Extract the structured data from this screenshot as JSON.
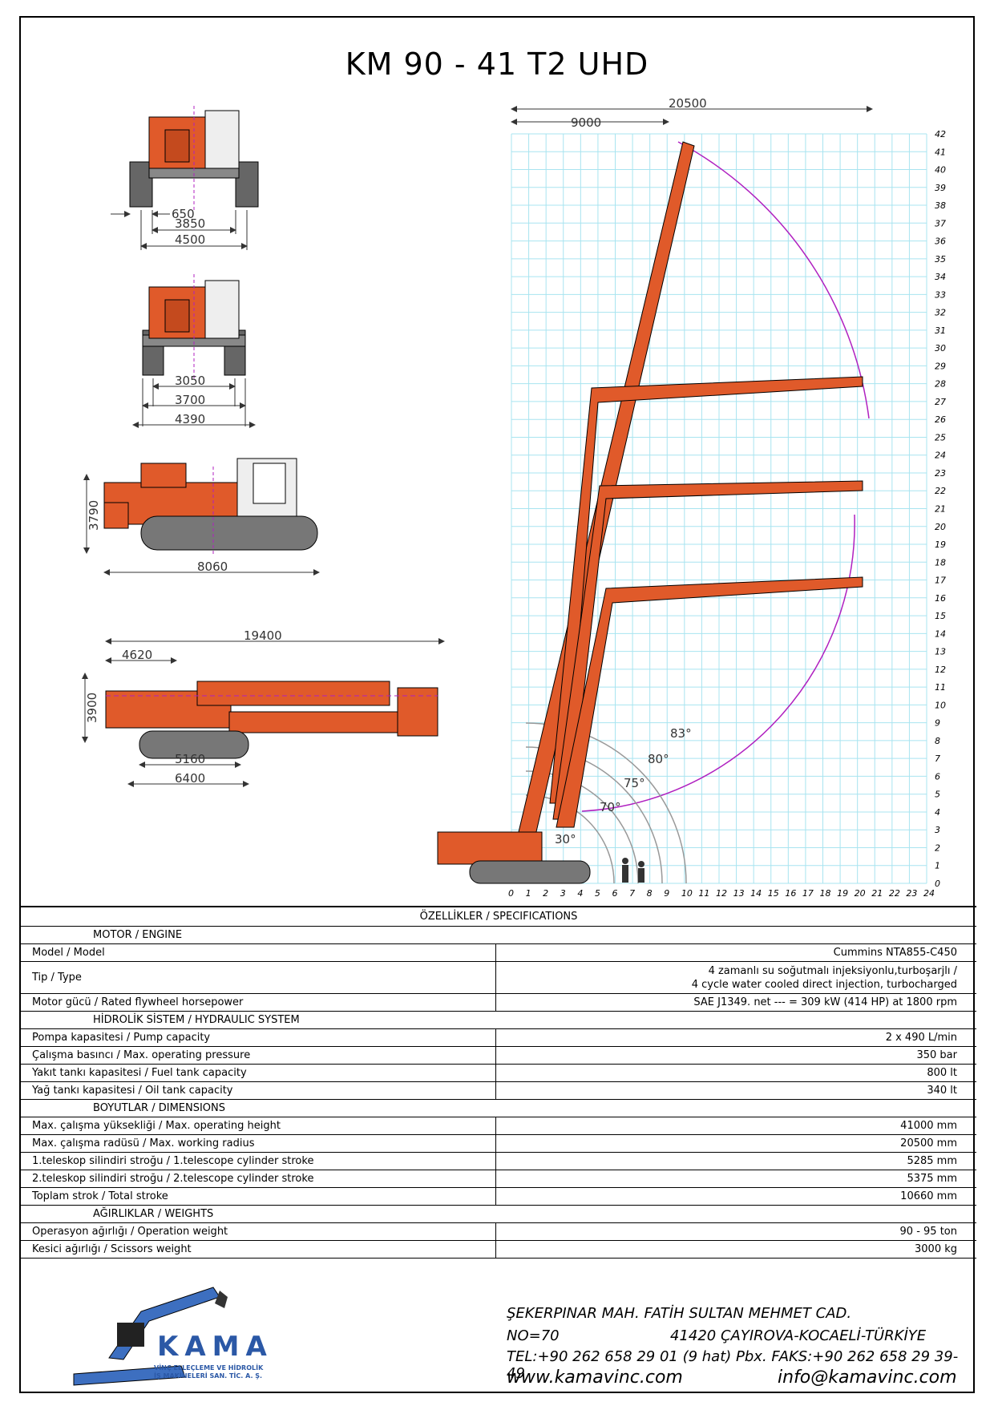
{
  "title": "KM 90 - 41 T2 UHD",
  "dims": {
    "front1": [
      "650",
      "3850",
      "4500"
    ],
    "front2": [
      "3050",
      "3700",
      "4390"
    ],
    "side_height": "3790",
    "side_length": "8060",
    "transport_length": "19400",
    "transport_front": "4620",
    "transport_height": "3900",
    "transport_tracks": [
      "5160",
      "6400"
    ],
    "reach_total": "20500",
    "reach_9000": "9000",
    "angles": [
      "83°",
      "80°",
      "75°",
      "70°",
      "30°"
    ]
  },
  "chart_data": {
    "type": "reach-diagram",
    "x_ticks": [
      "0",
      "1",
      "2",
      "3",
      "4",
      "5",
      "6",
      "7",
      "8",
      "9",
      "10",
      "11",
      "12",
      "13",
      "14",
      "15",
      "16",
      "17",
      "18",
      "19",
      "20",
      "21",
      "22",
      "23",
      "24"
    ],
    "y_ticks": [
      "0",
      "1",
      "2",
      "3",
      "4",
      "5",
      "6",
      "7",
      "8",
      "9",
      "10",
      "11",
      "12",
      "13",
      "14",
      "15",
      "16",
      "17",
      "18",
      "19",
      "20",
      "21",
      "22",
      "23",
      "24",
      "25",
      "26",
      "27",
      "28",
      "29",
      "30",
      "31",
      "32",
      "33",
      "34",
      "35",
      "36",
      "37",
      "38",
      "39",
      "40",
      "41",
      "42"
    ],
    "boom_color": "#e05a2a",
    "grid_color": "#a8e4f0",
    "arc_color": "#b020c0"
  },
  "spec": {
    "header": "ÖZELLİKLER / SPECIFICATIONS",
    "sections": [
      {
        "title": "MOTOR / ENGINE",
        "rows": [
          {
            "k": "Model / Model",
            "v": "Cummins NTA855-C450"
          },
          {
            "k": "Tip / Type",
            "v": "4 zamanlı su soğutmalı injeksiyonlu,turboşarjlı /\n4 cycle water cooled direct injection, turbocharged"
          },
          {
            "k": "Motor gücü / Rated flywheel horsepower",
            "v": "SAE J1349. net --- = 309 kW (414 HP) at 1800 rpm"
          }
        ]
      },
      {
        "title": "HİDROLİK SİSTEM / HYDRAULIC SYSTEM",
        "rows": [
          {
            "k": "Pompa kapasitesi / Pump capacity",
            "v": "2 x 490 L/min"
          },
          {
            "k": "Çalışma basıncı / Max. operating pressure",
            "v": "350 bar"
          },
          {
            "k": "Yakıt tankı kapasitesi / Fuel tank capacity",
            "v": "800 lt"
          },
          {
            "k": "Yağ tankı kapasitesi / Oil tank capacity",
            "v": "340 lt"
          }
        ]
      },
      {
        "title": "BOYUTLAR / DIMENSIONS",
        "rows": [
          {
            "k": "Max. çalışma yüksekliği / Max. operating height",
            "v": "41000 mm"
          },
          {
            "k": "Max. çalışma radüsü  / Max. working radius",
            "v": "20500 mm"
          },
          {
            "k": "1.teleskop silindiri stroğu / 1.telescope cylinder stroke",
            "v": "5285 mm"
          },
          {
            "k": "2.teleskop silindiri stroğu / 2.telescope cylinder stroke",
            "v": "5375 mm"
          },
          {
            "k": "Toplam strok / Total stroke",
            "v": "10660 mm"
          }
        ]
      },
      {
        "title": "AĞIRLIKLAR / WEIGHTS",
        "rows": [
          {
            "k": "Operasyon ağırlığı / Operation weight",
            "v": "90 - 95 ton"
          },
          {
            "k": "Kesici ağırlığı / Scissors weight",
            "v": "3000 kg"
          }
        ]
      }
    ]
  },
  "footer": {
    "line1": "ŞEKERPINAR MAH. FATİH SULTAN MEHMET CAD.",
    "no": "NO=70",
    "city": "41420 ÇAYIROVA-KOCAELİ-TÜRKİYE",
    "tel": "TEL:+90 262 658 29 01 (9 hat) Pbx. FAKS:+90 262 658 29 39-49",
    "web": "www.kamavinc.com",
    "mail": "info@kamavinc.com",
    "logo_name": "KAMA",
    "logo_sub1": "VİNÇ ELLEÇLEME VE HİDROLİK",
    "logo_sub2": "İŞ MAKİNELERİ SAN. TİC. A. Ş."
  }
}
